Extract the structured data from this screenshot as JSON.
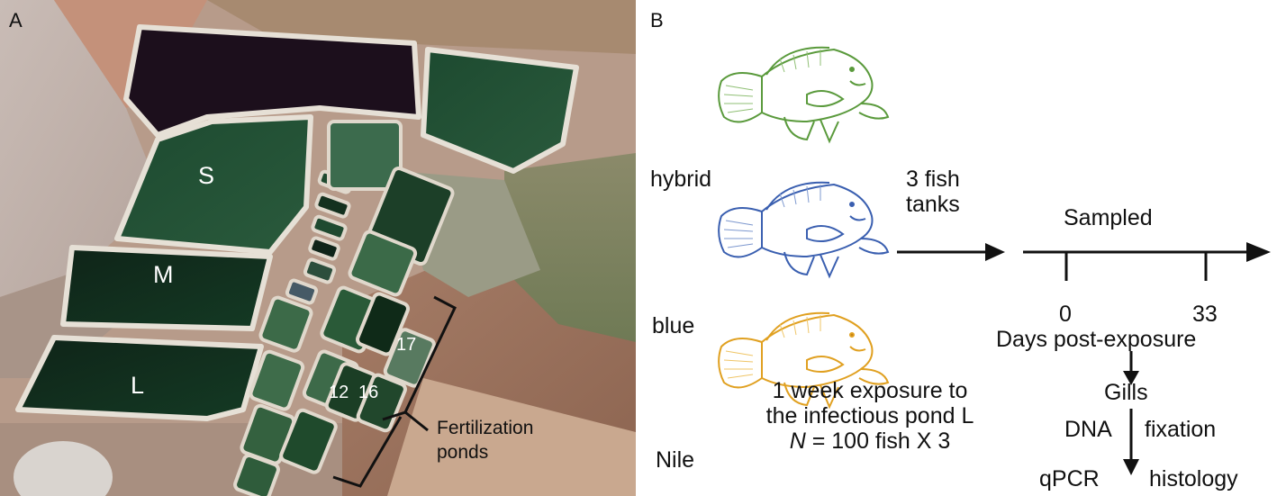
{
  "panel_a": {
    "letter": "A",
    "type": "satellite-map",
    "pond_labels": {
      "small": "S",
      "medium": "M",
      "large": "L"
    },
    "fertilization_pond_numbers": [
      "17",
      "12",
      "16"
    ],
    "callout": {
      "line1": "Fertilization",
      "line2": "ponds"
    }
  },
  "panel_b": {
    "letter": "B",
    "fish": [
      {
        "label": "hybrid",
        "color": "#5a9a3c"
      },
      {
        "label": "blue",
        "color": "#3a5fb0"
      },
      {
        "label": "Nile",
        "color": "#e0a020"
      }
    ],
    "transfer": {
      "line1": "3 fish",
      "line2": "tanks"
    },
    "timeline": {
      "title": "Sampled",
      "ticks": [
        "0",
        "33"
      ],
      "axis_label": "Days post-exposure"
    },
    "flow": {
      "sample": "Gills",
      "left_branch": "DNA",
      "right_branch": "fixation",
      "left_output": "qPCR",
      "right_output": "histology"
    },
    "caption": {
      "line1": "1 week exposure to",
      "line2": "the infectious pond L",
      "line3_italic": "N",
      "line3_rest": " = 100 fish X 3"
    }
  }
}
